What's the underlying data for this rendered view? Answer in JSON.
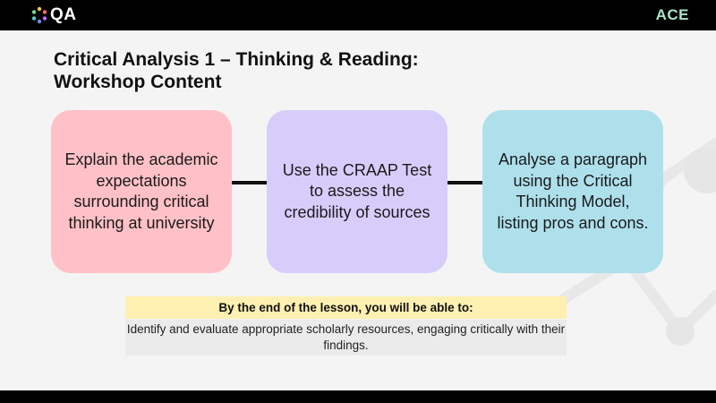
{
  "header": {
    "logo_text": "QA",
    "brand_tag": "ACE"
  },
  "title": {
    "line1": "Critical Analysis 1 – Thinking & Reading:",
    "line2": "Workshop Content"
  },
  "steps": [
    {
      "text": "Explain the academic expectations surrounding critical thinking at university"
    },
    {
      "text": "Use the CRAAP Test to assess the credibility of sources"
    },
    {
      "text": "Analyse a paragraph using the Critical Thinking Model, listing pros and cons."
    }
  ],
  "outcome": {
    "heading": "By the end of the lesson, you will be able to:",
    "body": "Identify and evaluate appropriate scholarly resources, engaging critically with their findings."
  },
  "colors": {
    "step1": "#ffc1c7",
    "step2": "#d7cdfb",
    "step3": "#aee0ec",
    "outcome_heading": "#fdf0b0",
    "brand_tag": "#a7e3c6"
  }
}
